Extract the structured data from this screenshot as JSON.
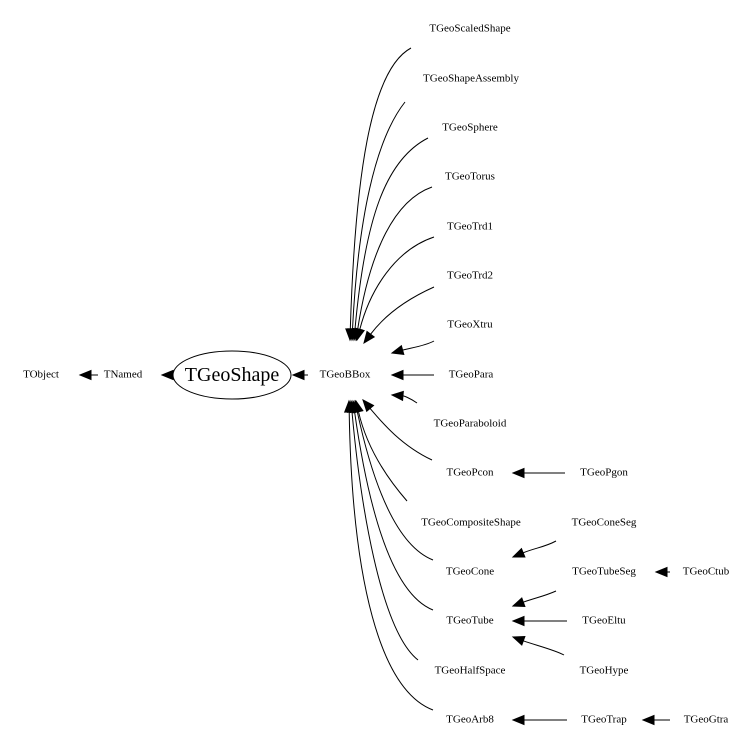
{
  "graph": {
    "title": "TGeoShape inheritance graph",
    "focus_node": "TGeoShape",
    "nodes": [
      {
        "id": "TObject",
        "label": "TObject"
      },
      {
        "id": "TNamed",
        "label": "TNamed"
      },
      {
        "id": "TGeoShape",
        "label": "TGeoShape",
        "shape": "ellipse"
      },
      {
        "id": "TGeoBBox",
        "label": "TGeoBBox"
      },
      {
        "id": "TGeoScaledShape",
        "label": "TGeoScaledShape"
      },
      {
        "id": "TGeoShapeAssembly",
        "label": "TGeoShapeAssembly"
      },
      {
        "id": "TGeoSphere",
        "label": "TGeoSphere"
      },
      {
        "id": "TGeoTorus",
        "label": "TGeoTorus"
      },
      {
        "id": "TGeoTrd1",
        "label": "TGeoTrd1"
      },
      {
        "id": "TGeoTrd2",
        "label": "TGeoTrd2"
      },
      {
        "id": "TGeoXtru",
        "label": "TGeoXtru"
      },
      {
        "id": "TGeoPara",
        "label": "TGeoPara"
      },
      {
        "id": "TGeoParaboloid",
        "label": "TGeoParaboloid"
      },
      {
        "id": "TGeoPcon",
        "label": "TGeoPcon"
      },
      {
        "id": "TGeoPgon",
        "label": "TGeoPgon"
      },
      {
        "id": "TGeoCompositeShape",
        "label": "TGeoCompositeShape"
      },
      {
        "id": "TGeoConeSeg",
        "label": "TGeoConeSeg"
      },
      {
        "id": "TGeoCone",
        "label": "TGeoCone"
      },
      {
        "id": "TGeoTubeSeg",
        "label": "TGeoTubeSeg"
      },
      {
        "id": "TGeoCtub",
        "label": "TGeoCtub"
      },
      {
        "id": "TGeoTube",
        "label": "TGeoTube"
      },
      {
        "id": "TGeoEltu",
        "label": "TGeoEltu"
      },
      {
        "id": "TGeoHalfSpace",
        "label": "TGeoHalfSpace"
      },
      {
        "id": "TGeoHype",
        "label": "TGeoHype"
      },
      {
        "id": "TGeoArb8",
        "label": "TGeoArb8"
      },
      {
        "id": "TGeoTrap",
        "label": "TGeoTrap"
      },
      {
        "id": "TGeoGtra",
        "label": "TGeoGtra"
      }
    ],
    "edges": [
      {
        "from": "TNamed",
        "to": "TObject"
      },
      {
        "from": "TGeoShape",
        "to": "TNamed"
      },
      {
        "from": "TGeoBBox",
        "to": "TGeoShape"
      },
      {
        "from": "TGeoScaledShape",
        "to": "TGeoBBox"
      },
      {
        "from": "TGeoShapeAssembly",
        "to": "TGeoBBox"
      },
      {
        "from": "TGeoSphere",
        "to": "TGeoBBox"
      },
      {
        "from": "TGeoTorus",
        "to": "TGeoBBox"
      },
      {
        "from": "TGeoTrd1",
        "to": "TGeoBBox"
      },
      {
        "from": "TGeoTrd2",
        "to": "TGeoBBox"
      },
      {
        "from": "TGeoXtru",
        "to": "TGeoBBox"
      },
      {
        "from": "TGeoPara",
        "to": "TGeoBBox"
      },
      {
        "from": "TGeoParaboloid",
        "to": "TGeoBBox"
      },
      {
        "from": "TGeoPcon",
        "to": "TGeoBBox"
      },
      {
        "from": "TGeoCompositeShape",
        "to": "TGeoBBox"
      },
      {
        "from": "TGeoCone",
        "to": "TGeoBBox"
      },
      {
        "from": "TGeoTube",
        "to": "TGeoBBox"
      },
      {
        "from": "TGeoHalfSpace",
        "to": "TGeoBBox"
      },
      {
        "from": "TGeoArb8",
        "to": "TGeoBBox"
      },
      {
        "from": "TGeoPgon",
        "to": "TGeoPcon"
      },
      {
        "from": "TGeoConeSeg",
        "to": "TGeoCone"
      },
      {
        "from": "TGeoTubeSeg",
        "to": "TGeoTube"
      },
      {
        "from": "TGeoEltu",
        "to": "TGeoTube"
      },
      {
        "from": "TGeoHype",
        "to": "TGeoTube"
      },
      {
        "from": "TGeoCtub",
        "to": "TGeoTubeSeg"
      },
      {
        "from": "TGeoTrap",
        "to": "TGeoArb8"
      },
      {
        "from": "TGeoGtra",
        "to": "TGeoTrap"
      }
    ]
  }
}
